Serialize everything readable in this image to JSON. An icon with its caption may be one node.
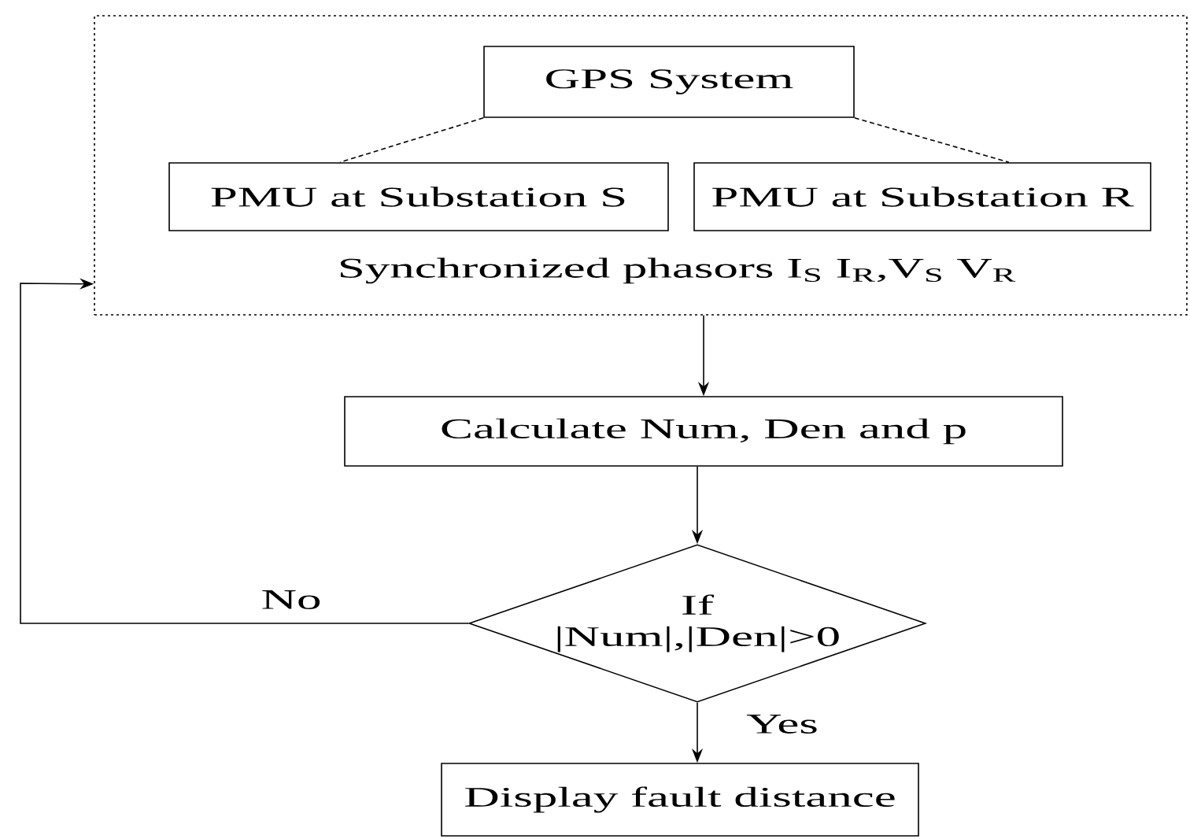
{
  "diagram": {
    "nodes": [
      {
        "text": [
          "Synchronized phasors I$_{S}$ I$_{R}$,V$_{S}$ V$_{R}$"
        ]
      },
      {
        "text": [
          "GPS System"
        ],
        "in": 0
      },
      {
        "text": [
          "PMU at Substation S"
        ],
        "in": 0
      },
      {
        "text": [
          "PMU at Substation R"
        ],
        "in": 0
      },
      {
        "text": [
          "Calculate Num, Den and p"
        ]
      },
      {
        "text": [
          "If |Num|,|Den|>0"
        ]
      },
      {
        "text": [
          "Display fault distance"
        ]
      }
    ],
    "edges": [
      {
        "from": 1,
        "to": 2,
        "arrow": "none",
        "style": "dashed"
      },
      {
        "from": 1,
        "to": 3,
        "arrow": "none",
        "style": "dashed"
      },
      {
        "from": 0,
        "to": 4,
        "arrow": "to"
      },
      {
        "from": 4,
        "to": 5,
        "arrow": "to"
      },
      {
        "from": 5,
        "to": 0,
        "arrow": "to",
        "label": "No"
      },
      {
        "from": 5,
        "to": 6,
        "arrow": "to",
        "label": "Yes"
      }
    ]
  }
}
